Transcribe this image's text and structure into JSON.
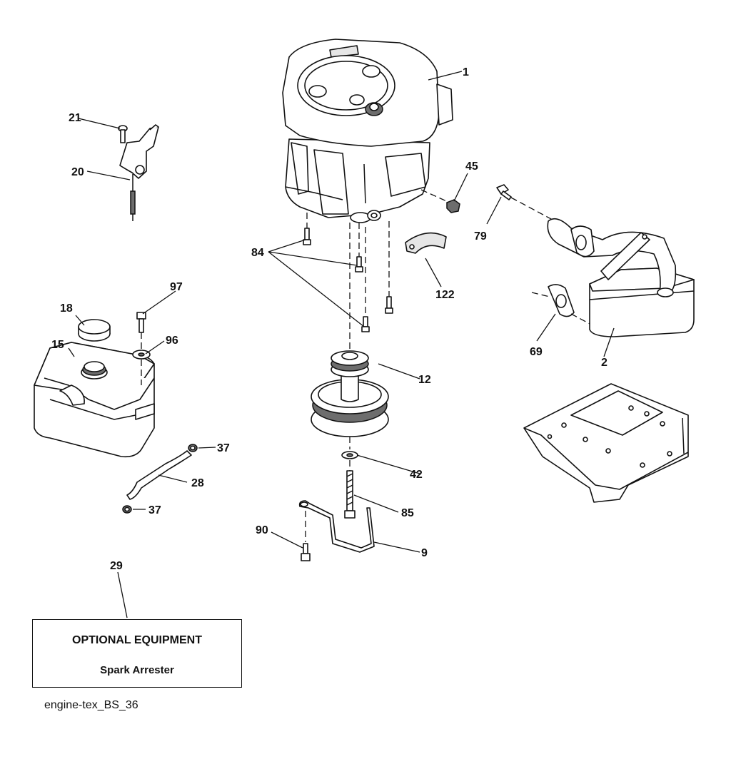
{
  "diagram": {
    "callouts": {
      "c1": "1",
      "c2": "2",
      "c9": "9",
      "c12": "12",
      "c15": "15",
      "c18": "18",
      "c20": "20",
      "c21": "21",
      "c28": "28",
      "c29": "29",
      "c37a": "37",
      "c37b": "37",
      "c42": "42",
      "c45": "45",
      "c69": "69",
      "c79": "79",
      "c84": "84",
      "c85": "85",
      "c90": "90",
      "c96": "96",
      "c97": "97",
      "c122": "122"
    },
    "optional_box": {
      "title": "OPTIONAL EQUIPMENT",
      "subtitle": "Spark Arrester"
    },
    "figure_id": "engine-tex_BS_36"
  }
}
